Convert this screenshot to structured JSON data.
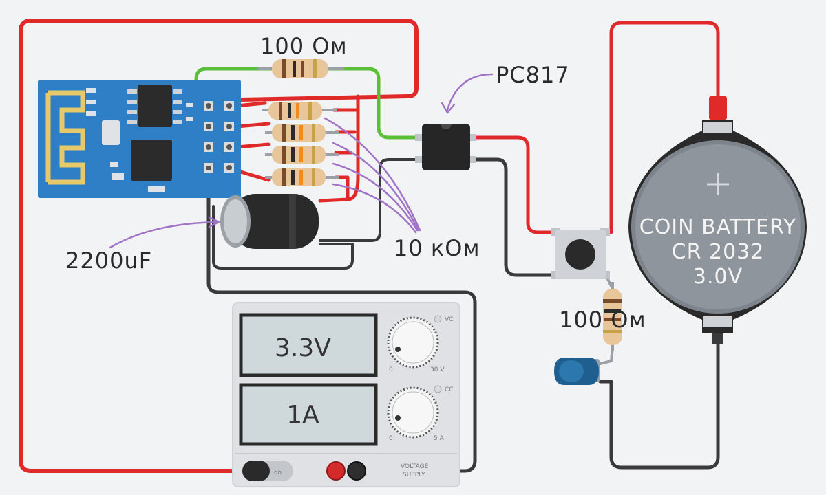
{
  "labels": {
    "r_top": "100 Ом",
    "optocoupler": "PC817",
    "capacitor": "2200uF",
    "r_group": "10 кОм",
    "r_led": "100 Ом"
  },
  "psu": {
    "voltage": "3.3V",
    "current": "1A",
    "knob_v_min": "0",
    "knob_v_max": "30 V",
    "knob_v_tag": "VC",
    "knob_c_min": "0",
    "knob_c_max": "5 A",
    "knob_c_tag": "CC",
    "switch_label": "on",
    "supply_label_1": "VOLTAGE",
    "supply_label_2": "SUPPLY"
  },
  "battery": {
    "line1": "COIN BATTERY",
    "line2": "CR 2032",
    "line3": "3.0V"
  },
  "colors": {
    "background": "#f2f3f5",
    "wire_red": "#e02a2a",
    "wire_black": "#3a3a3a",
    "wire_green": "#5bbf3a",
    "annotation": "#a274c8",
    "esp_board": "#2f7fc7",
    "battery_body": "#8a8f96",
    "led": "#1f5f8f"
  }
}
